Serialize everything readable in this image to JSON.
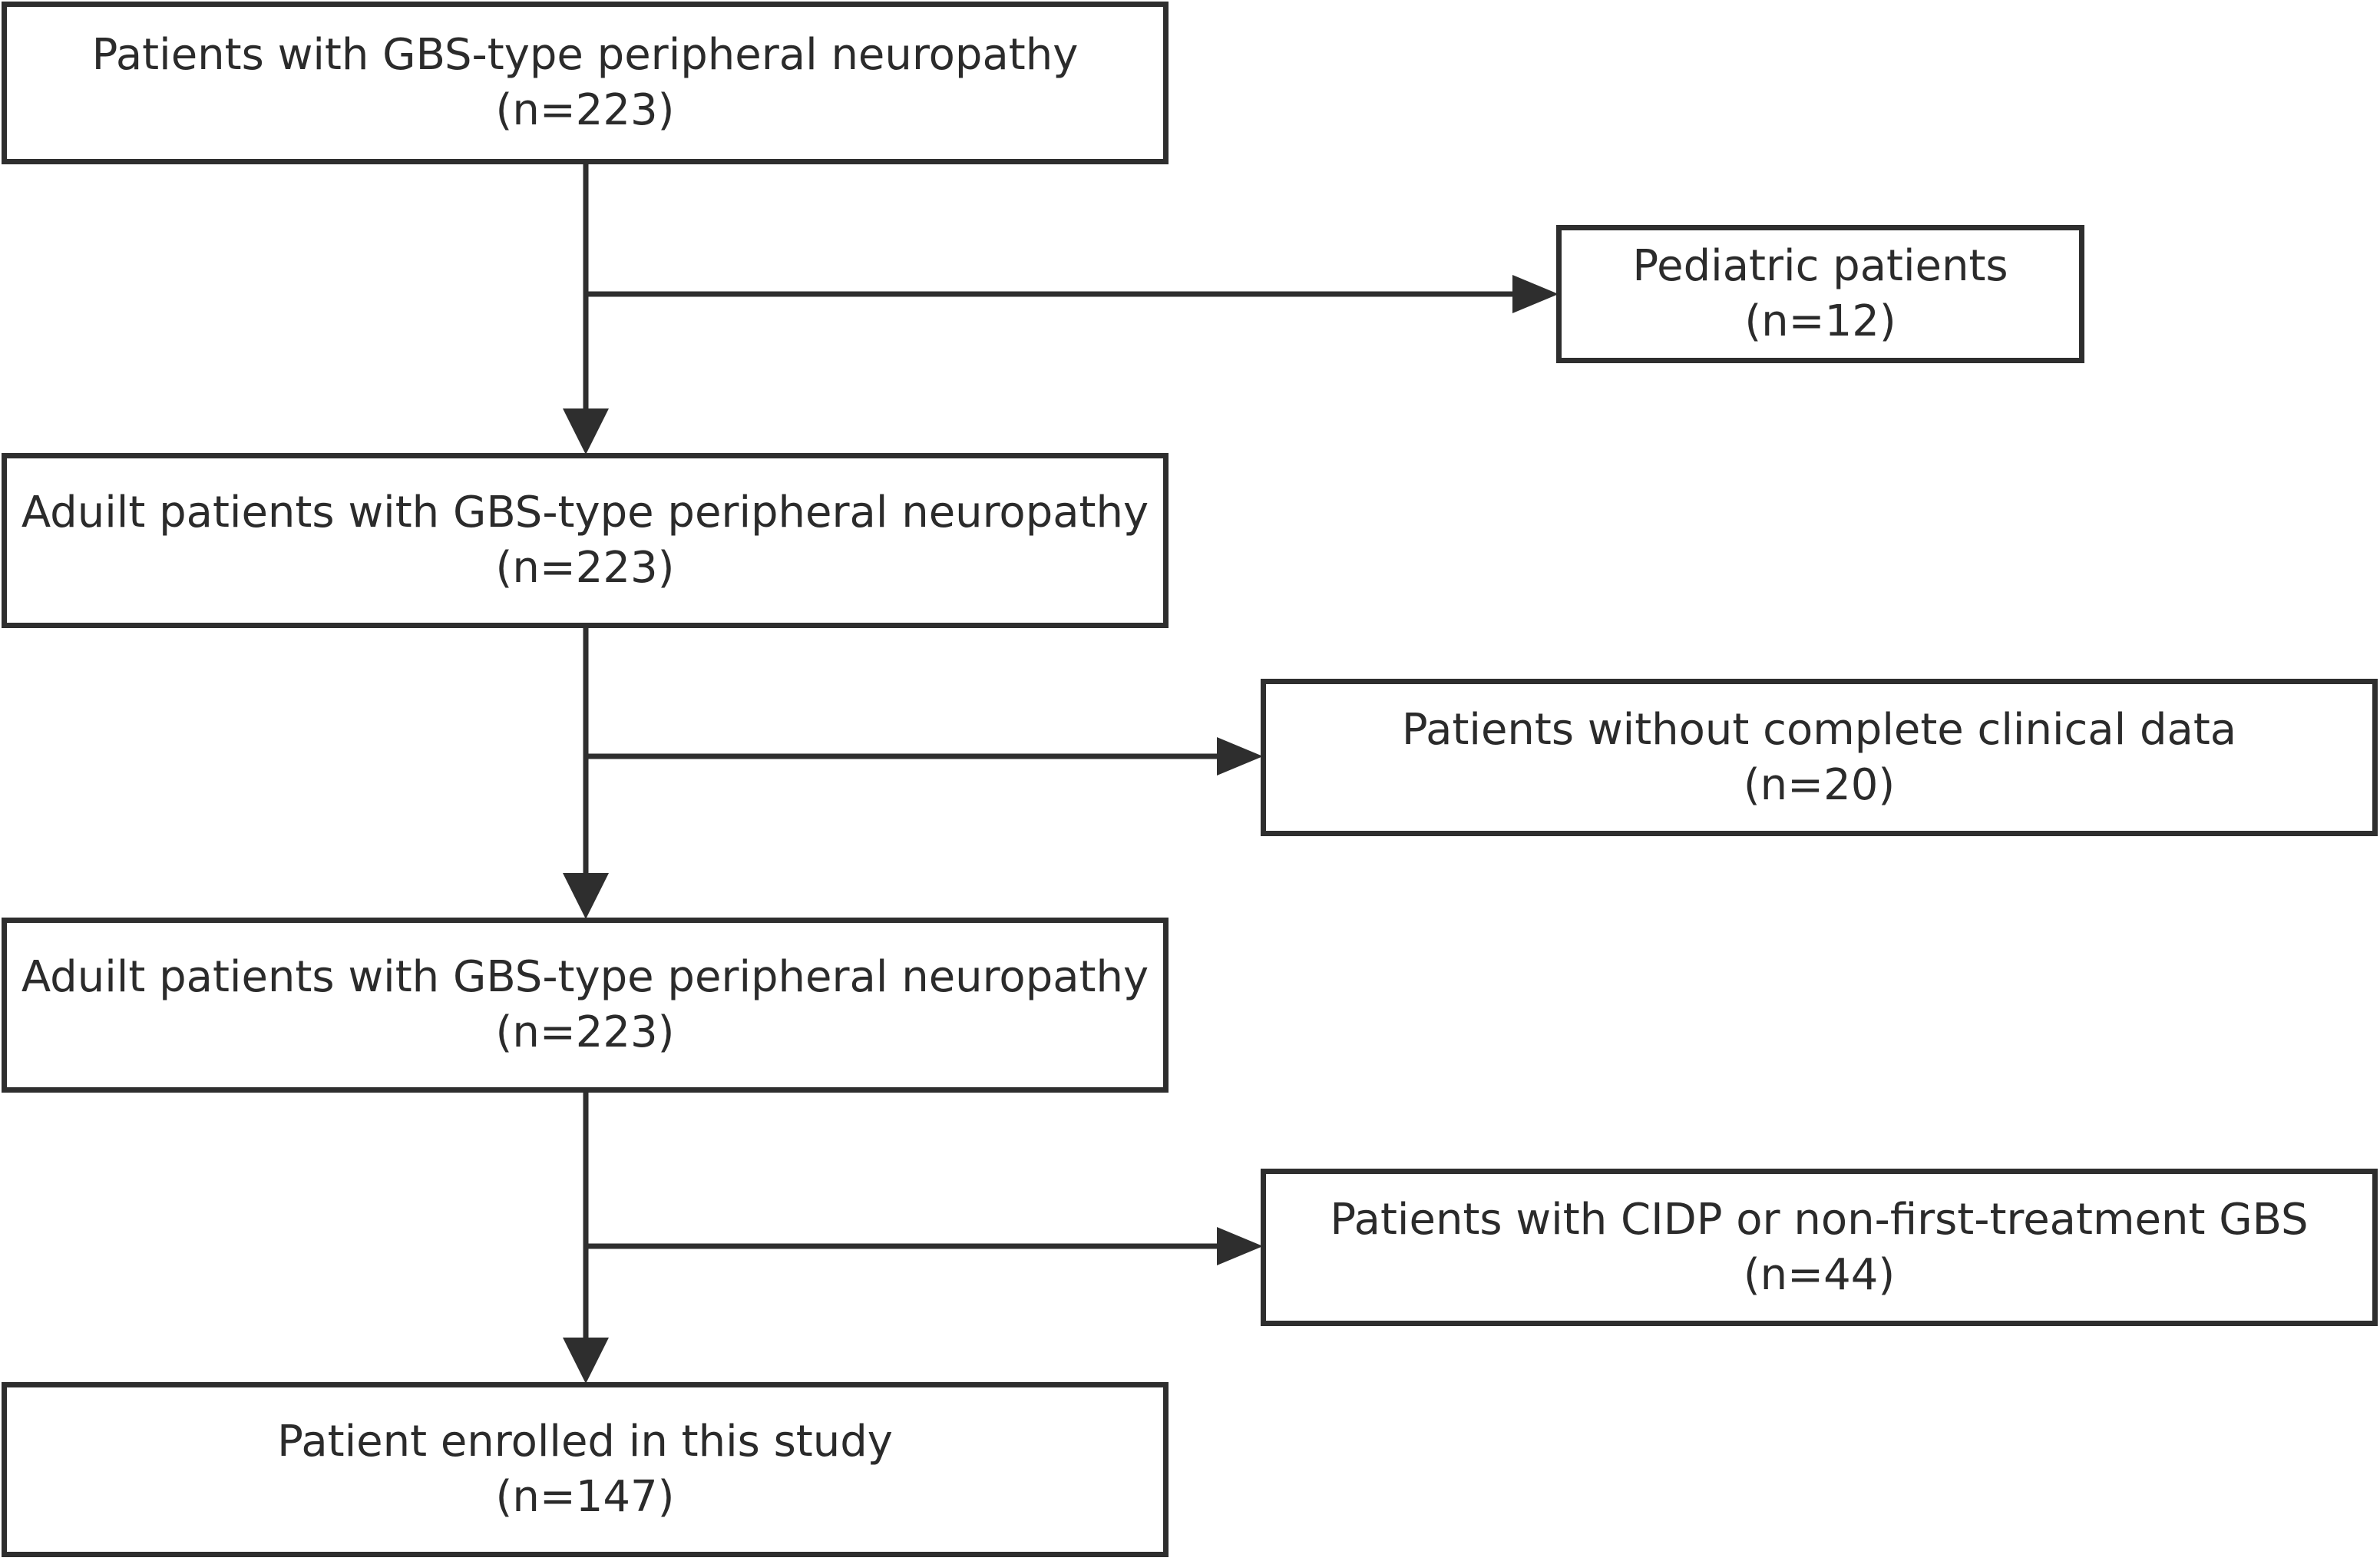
{
  "flow": {
    "step1": {
      "label": "Patients with GBS-type peripheral neuropathy",
      "count": "(n=223)"
    },
    "step2": {
      "label": "Aduilt patients with GBS-type peripheral neuropathy",
      "count": "(n=223)"
    },
    "step3": {
      "label": "Aduilt patients with GBS-type peripheral neuropathy",
      "count": "(n=223)"
    },
    "step4": {
      "label": "Patient enrolled in this study",
      "count": "(n=147)"
    }
  },
  "exclusions": {
    "ex1": {
      "label": "Pediatric patients",
      "count": "(n=12)"
    },
    "ex2": {
      "label": "Patients without complete clinical data",
      "count": "(n=20)"
    },
    "ex3": {
      "label": "Patients with CIDP or non-first-treatment GBS",
      "count": "(n=44)"
    }
  },
  "colors": {
    "stroke": "#2e2e2e",
    "text": "#2b2b2b"
  }
}
